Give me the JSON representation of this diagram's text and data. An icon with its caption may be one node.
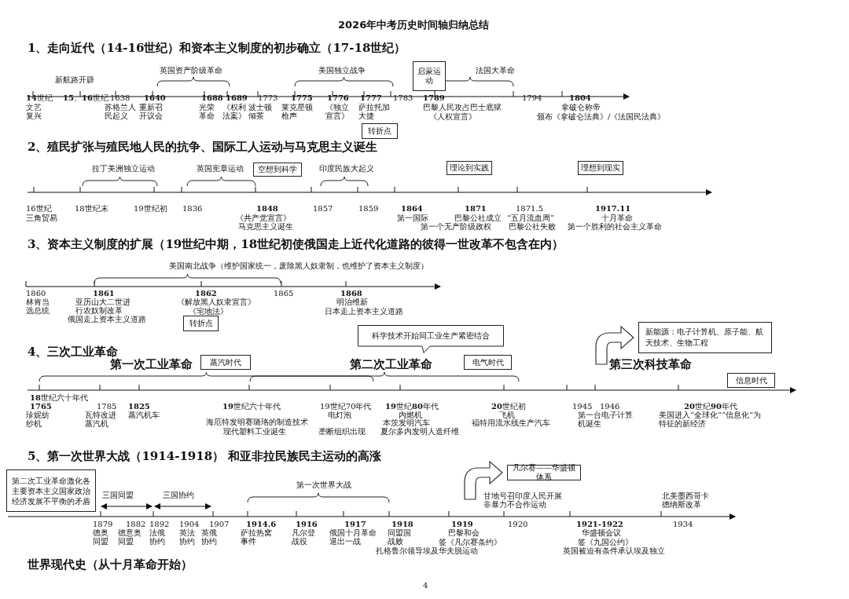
{
  "diagram": {
    "title": "2026年中考历史时间轴归纳总结",
    "nodes": [
      {
        "text": [
          "启蒙运动"
        ]
      },
      {
        "text": [
          "转折点"
        ]
      },
      {
        "text": [
          "空想到科学"
        ]
      },
      {
        "text": [
          "理论到实践"
        ]
      },
      {
        "text": [
          "理想到现实"
        ]
      },
      {
        "text": [
          "转折点"
        ]
      },
      {
        "text": [
          "科学技术开始同工业生产紧密结合"
        ]
      },
      {
        "text": [
          "蒸汽时代"
        ]
      },
      {
        "text": [
          "电气时代"
        ]
      },
      {
        "text": [
          "新能源：电子计算机、原子能、航天技术、生物工程"
        ]
      },
      {
        "text": [
          "信息时代"
        ]
      },
      {
        "text": [
          "第二次工业革命激化各主要资本主义国家政治经济发展不平衡的矛盾"
        ]
      },
      {
        "text": [
          "凡尔赛——华盛顿体系"
        ]
      }
    ],
    "edges": [
      {
        "from": null,
        "to": 9,
        "arrow": "to"
      },
      {
        "from": null,
        "to": 12,
        "arrow": "to"
      }
    ],
    "labels": [
      "1、走向近代（14-16世纪）和资本主义制度的初步确立（17-18世纪）",
      "新航路开辟",
      "英国资产阶级革命",
      "美国独立战争",
      "法国大革命",
      "**14**世纪",
      "**15**、**16**世纪",
      "1638",
      "1640",
      "1688",
      "1689",
      "1773",
      "1775",
      "1776",
      "1777",
      "1783",
      "1789",
      "1794",
      "1804",
      "文艺复兴",
      "苏格兰人民起义",
      "重新召开议会",
      "光荣革命",
      "《权利法案》",
      "波士顿倾茶",
      "莱克星顿枪声",
      "《独立宣言》",
      "萨拉托加大捷",
      "巴黎人民攻占巴士底狱",
      "《人权宣言》",
      "拿破仑称帝",
      "颁布《拿破仑法典》/《法国民法典》",
      "2、殖民扩张与殖民地人民的抗争、国际工人运动与马克思主义诞生",
      "拉丁美洲独立运动",
      "英国宪章运动",
      "印度民族大起义",
      "16世纪",
      "三角贸易",
      "18世纪末",
      "19世纪初",
      "1836",
      "1848",
      "《共产党宣言》",
      "马克思主义诞生",
      "1857",
      "1859",
      "1864",
      "第一国际",
      "1871",
      "巴黎公社成立",
      "第一个无产阶级政权",
      "1871.5",
      "“五月流血周”",
      "巴黎公社失败",
      "1917.11",
      "十月革命",
      "第一个胜利的社会主义革命",
      "3、资本主义制度的扩展（19世纪中期，18世纪初使俄国走上近代化道路的彼得一世改革不包含在内）",
      "美国南北战争（维护国家统一，废除黑人奴隶制，也维护了资本主义制度）",
      "1860",
      "林肯当选总统",
      "1861",
      "亚历山大二世进行农奴制改革",
      "俄国走上资本主义道路",
      "1862",
      "《解放黑人奴隶宣言》",
      "《宅地法》",
      "1865",
      "1868",
      "明治维新",
      "日本走上资本主义道路",
      "4、三次工业革命",
      "第一次工业革命",
      "第二次工业革命",
      "第三次科技革命",
      "**18**世纪六十年代",
      "1765",
      "珍妮纺纱机",
      "1785",
      "瓦特改进蒸汽机",
      "1825",
      "蒸汽机车",
      "**19**世纪六十年代",
      "海厄特发明赛璐珞的制造技术",
      "现代塑料工业诞生",
      "19世纪70年代",
      "电灯泡",
      "垄断组织出现",
      "**19**世纪**80**年代",
      "内燃机",
      "本茨发明汽车",
      "夏尔多内发明人造纤维",
      "**20**世纪初",
      "飞机",
      "福特用流水线生产汽车",
      "1945",
      "1946",
      "第一台电子计算机诞生",
      "**20**世纪**90**年代",
      "美国进入“全球化”“信息化”为特征的新经济",
      "5、第一次世界大战（1914-1918） 和亚非拉民族民主运动的高涨",
      "三国同盟",
      "三国协约",
      "第一次世界大战",
      "甘地号召印度人民开展非暴力不合作运动",
      "北美墨西哥卡德纳斯改革",
      "1879",
      "德奥同盟",
      "1882",
      "德意奥同盟",
      "1892",
      "法俄协约",
      "1904",
      "英法协约",
      "1907",
      "英俄协约",
      "1914.6",
      "萨拉热窝事件",
      "1916",
      "凡尔登战役",
      "1917",
      "俄国十月革命退出一战",
      "1918",
      "同盟国战败",
      "1919",
      "巴黎和会",
      "签《凡尔赛条约》",
      "扎格鲁尔领导埃及华夫脱运动",
      "1920",
      "1921-1922",
      "华盛顿会议",
      "签《九国公约》",
      "英国被迫有条件承认埃及独立",
      "1934",
      "世界现代史（从十月革命开始）",
      "4"
    ]
  }
}
